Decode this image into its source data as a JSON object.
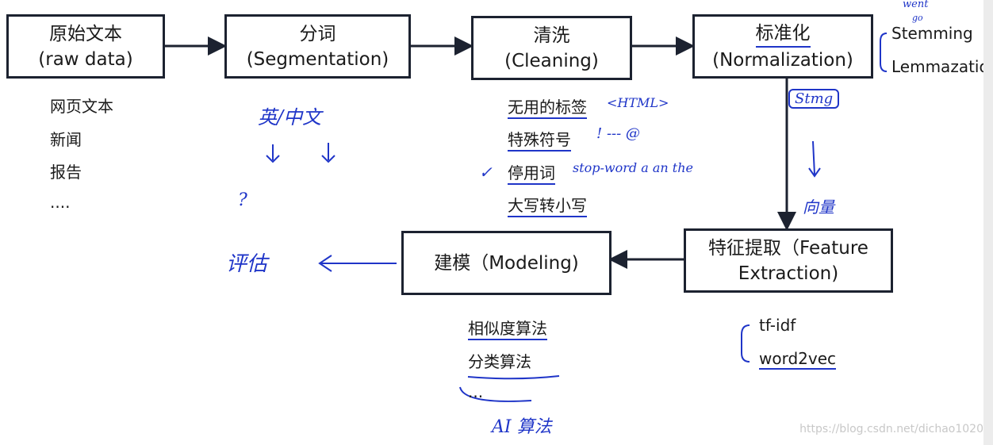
{
  "boxes": {
    "raw": {
      "zh": "原始文本",
      "en": "(raw data)"
    },
    "seg": {
      "zh": "分词",
      "en": "(Segmentation)"
    },
    "clean": {
      "zh": "清洗",
      "en": "(Cleaning)"
    },
    "norm": {
      "zh": "标准化",
      "en": "(Normalization)"
    },
    "feat": {
      "zh": "特征提取（Feature",
      "en": "Extraction)"
    },
    "model": {
      "zh": "建模（Modeling)"
    }
  },
  "raw_items": [
    "网页文本",
    "新闻",
    "报告",
    "...."
  ],
  "clean_items": [
    "无用的标签",
    "特殊符号",
    "停用词",
    "大写转小写"
  ],
  "norm_items": [
    "Stemming",
    "Lemmazatio"
  ],
  "feature_items": [
    "tf-idf",
    "word2vec"
  ],
  "model_items": [
    "相似度算法",
    "分类算法",
    "..."
  ],
  "handwritten": {
    "lang": "英/中文",
    "eval": "评估",
    "html": "<HTML>",
    "symbols": "! --- @",
    "stopword": "stop-word a an the",
    "stmg": "Stmg",
    "vector": "向量",
    "went": "went",
    "go": "go",
    "ai": "AI 算法",
    "check": "✓",
    "q": "?"
  },
  "watermark": "https://blog.csdn.net/dichao1020",
  "colors": {
    "box_border": "#1c2230",
    "ink": "#1f35c8"
  }
}
